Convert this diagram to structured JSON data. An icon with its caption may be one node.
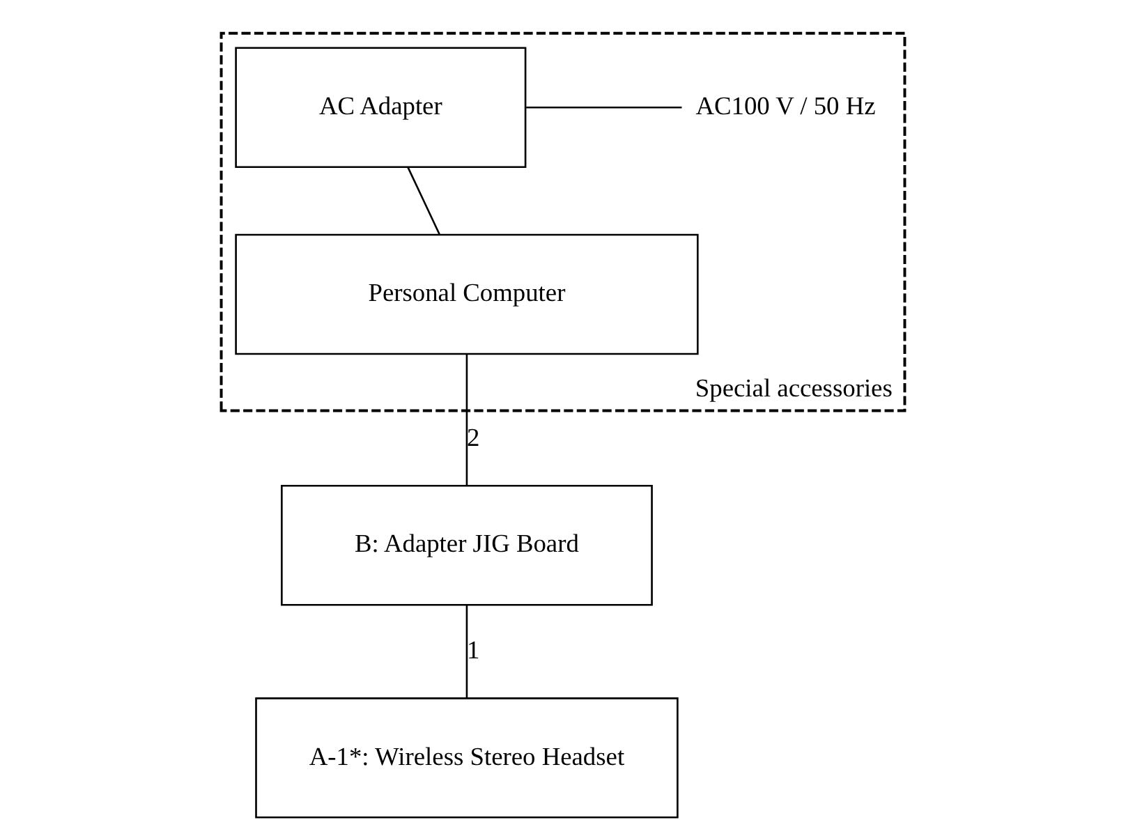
{
  "diagram": {
    "nodes": [
      {
        "text": [
          "Special accessories"
        ]
      },
      {
        "text": [
          "AC Adapter"
        ],
        "in": 0
      },
      {
        "text": [
          "Personal Computer"
        ],
        "in": 0
      },
      {
        "text": [
          "AC100 V / 50 Hz"
        ],
        "in": 0
      },
      {
        "text": [
          "B: Adapter JIG Board"
        ]
      },
      {
        "text": [
          "A-1*: Wireless Stereo Headset"
        ]
      }
    ],
    "edges": [
      {
        "from": 1,
        "to": 3,
        "arrow": "none"
      },
      {
        "from": 1,
        "to": 2,
        "arrow": "none"
      },
      {
        "from": 2,
        "to": 4,
        "arrow": "none",
        "label": "2"
      },
      {
        "from": 4,
        "to": 5,
        "arrow": "none",
        "label": "1"
      }
    ]
  }
}
